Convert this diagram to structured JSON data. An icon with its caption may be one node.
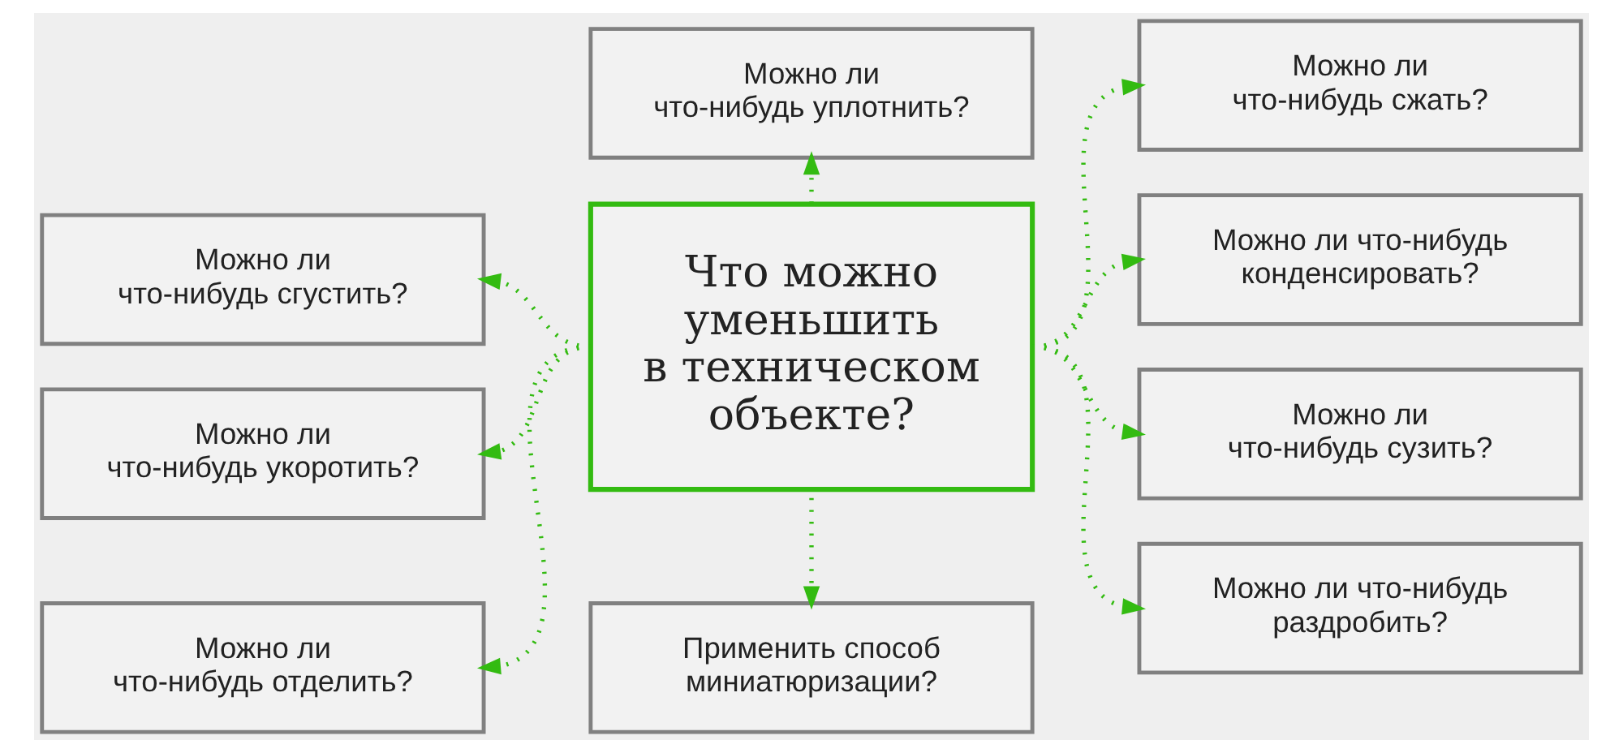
{
  "diagram": {
    "nodes": [
      {
        "text": [
          "Можно ли что-нибудь уплотнить?"
        ]
      },
      {
        "text": [
          "Можно ли что-нибудь сжать?"
        ]
      },
      {
        "text": [
          "Можно ли что-нибудь сгустить?"
        ]
      },
      {
        "text": [
          "Что можно уменьшить в техническом объекте?"
        ]
      },
      {
        "text": [
          "Можно ли что-нибудь конденсировать?"
        ]
      },
      {
        "text": [
          "Можно ли что-нибудь укоротить?"
        ]
      },
      {
        "text": [
          "Можно ли что-нибудь сузить?"
        ]
      },
      {
        "text": [
          "Можно ли что-нибудь отделить?"
        ]
      },
      {
        "text": [
          "Применить способ миниатюризации?"
        ]
      },
      {
        "text": [
          "Можно ли что-нибудь раздробить?"
        ]
      }
    ],
    "edges": [
      {
        "from": 3,
        "to": 0,
        "arrow": "to",
        "style": "dashed"
      },
      {
        "from": 3,
        "to": 1,
        "arrow": "to",
        "style": "dashed"
      },
      {
        "from": 3,
        "to": 2,
        "arrow": "to",
        "style": "dashed"
      },
      {
        "from": 3,
        "to": 4,
        "arrow": "to",
        "style": "dashed"
      },
      {
        "from": 3,
        "to": 5,
        "arrow": "to",
        "style": "dashed"
      },
      {
        "from": 3,
        "to": 6,
        "arrow": "to",
        "style": "dashed"
      },
      {
        "from": 3,
        "to": 7,
        "arrow": "to",
        "style": "dashed"
      },
      {
        "from": 3,
        "to": 8,
        "arrow": "to",
        "style": "dashed"
      },
      {
        "from": 3,
        "to": 9,
        "arrow": "to",
        "style": "dashed"
      }
    ]
  }
}
